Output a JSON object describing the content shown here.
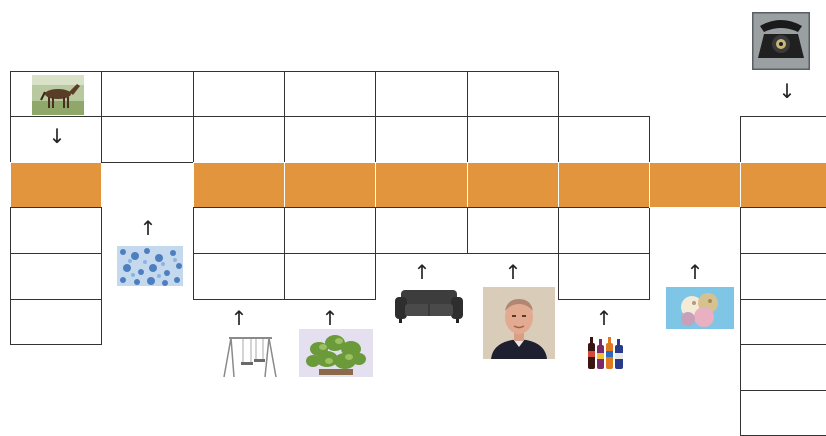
{
  "puzzle": {
    "type": "picture-crossword",
    "highlight_color": "#e2953c",
    "highlight_row": 3,
    "columns": [
      {
        "top_row": 1,
        "length": 6
      },
      {
        "top_row": 1,
        "length": 2
      },
      {
        "top_row": 1,
        "length": 5
      },
      {
        "top_row": 1,
        "length": 5
      },
      {
        "top_row": 1,
        "length": 4
      },
      {
        "top_row": 1,
        "length": 4
      },
      {
        "top_row": 2,
        "length": 4
      },
      {
        "top_row": 3,
        "length": 1
      },
      {
        "top_row": 2,
        "length": 7
      }
    ],
    "clues": [
      {
        "column": 0,
        "picture": "horse-photo",
        "arrow": "down"
      },
      {
        "column": 1,
        "picture": "blue-pattern-photo",
        "arrow": "up"
      },
      {
        "column": 2,
        "picture": "swing-set-photo",
        "arrow": "up"
      },
      {
        "column": 3,
        "picture": "plant-photo",
        "arrow": "up"
      },
      {
        "column": 4,
        "picture": "sofa-photo",
        "arrow": "up"
      },
      {
        "column": 5,
        "picture": "man-portrait-photo",
        "arrow": "up"
      },
      {
        "column": 6,
        "picture": "bottles-photo",
        "arrow": "up"
      },
      {
        "column": 7,
        "picture": "ice-cream-photo",
        "arrow": "up"
      },
      {
        "column": 8,
        "picture": "telephone-photo",
        "arrow": "down"
      }
    ]
  }
}
